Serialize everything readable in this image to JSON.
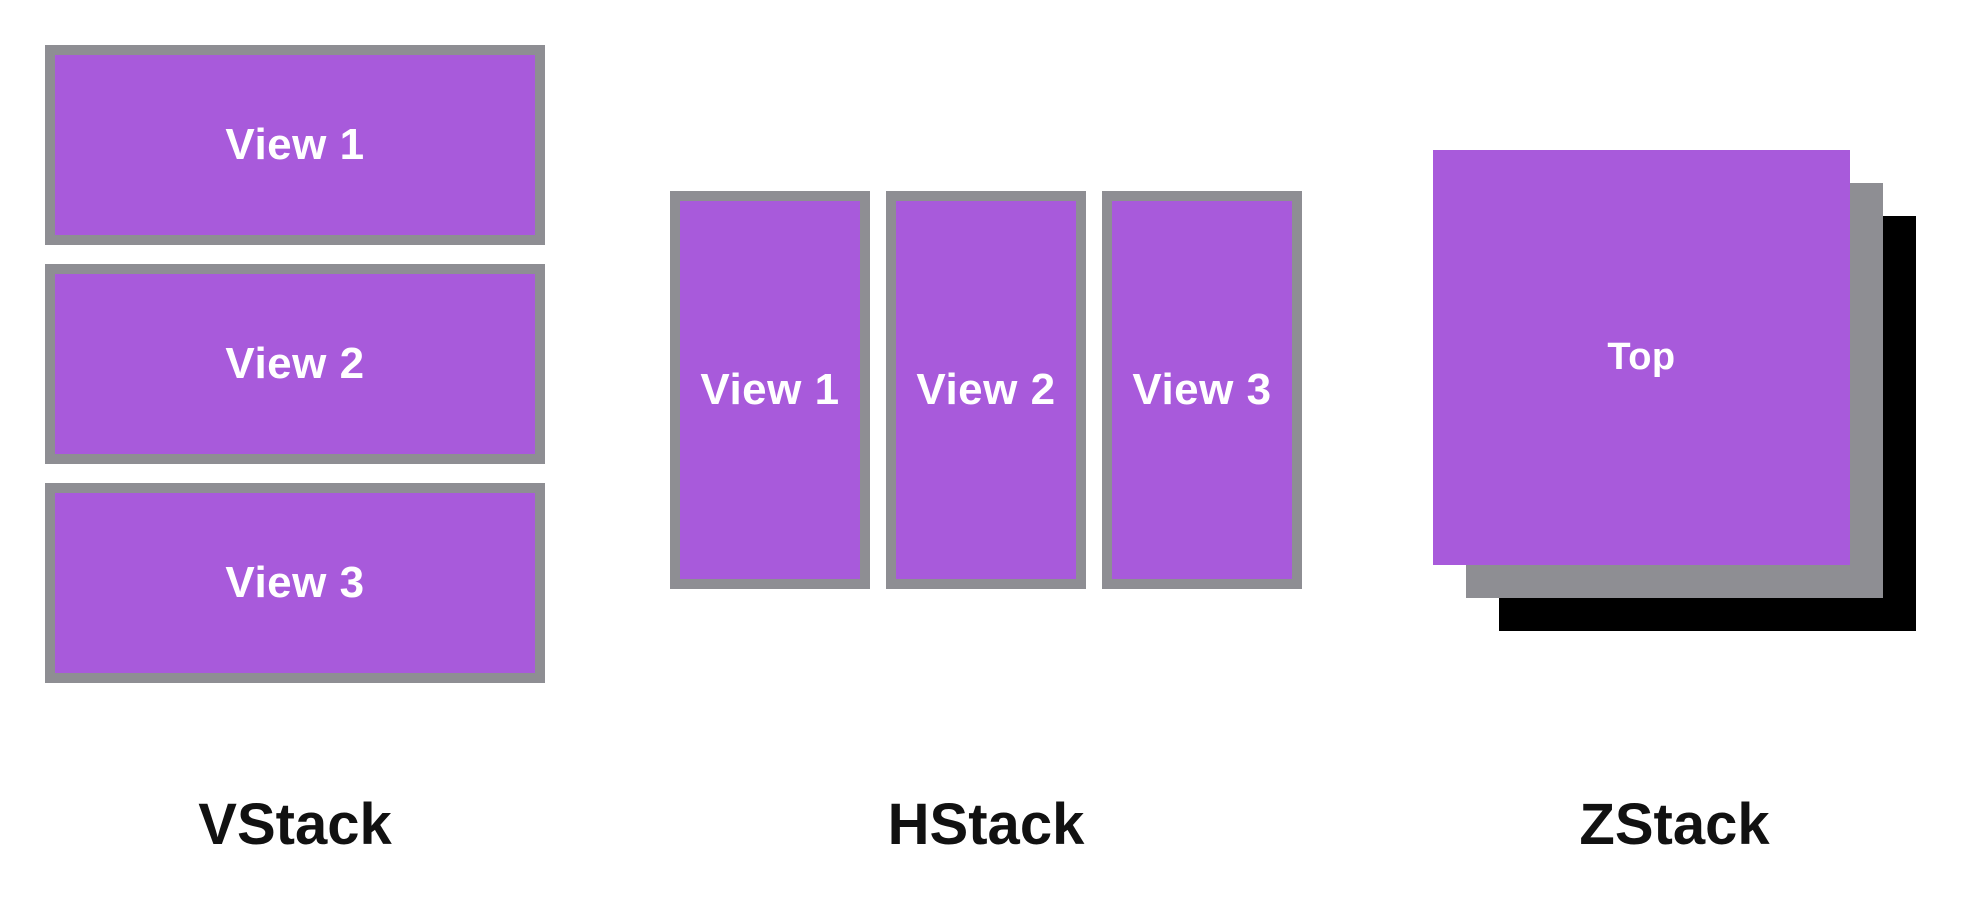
{
  "colors": {
    "purple": "#A85ADB",
    "gray": "#8E8E93",
    "black": "#000000",
    "background": "#FFFFFF",
    "box_text": "#FFFFFF",
    "caption_text": "#111111"
  },
  "vstack": {
    "caption": "VStack",
    "views": [
      "View 1",
      "View 2",
      "View 3"
    ]
  },
  "hstack": {
    "caption": "HStack",
    "views": [
      "View 1",
      "View 2",
      "View 3"
    ]
  },
  "zstack": {
    "caption": "ZStack",
    "top_label": "Top"
  }
}
